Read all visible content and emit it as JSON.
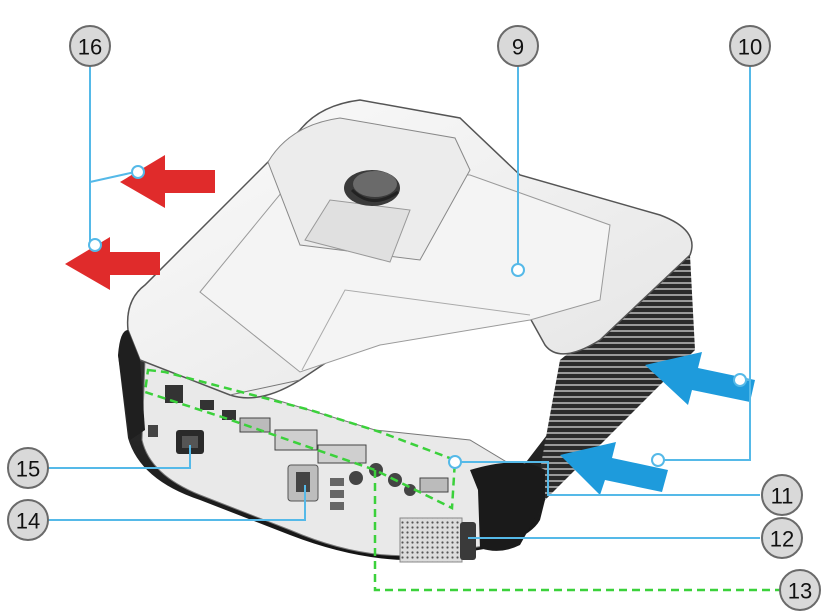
{
  "callouts": [
    {
      "id": "c16",
      "label": "16"
    },
    {
      "id": "c9",
      "label": "9"
    },
    {
      "id": "c10",
      "label": "10"
    },
    {
      "id": "c11",
      "label": "11"
    },
    {
      "id": "c12",
      "label": "12"
    },
    {
      "id": "c13",
      "label": "13"
    },
    {
      "id": "c14",
      "label": "14"
    },
    {
      "id": "c15",
      "label": "15"
    }
  ],
  "colors": {
    "leader": "#55b9e8",
    "exhaust_arrow": "#e02b2b",
    "intake_arrow": "#1e9bdc",
    "io_outline": "#3bd13b",
    "body": "#f2f2f2",
    "body_dark": "#2a2a2a"
  },
  "icons": [
    "projector-illustration",
    "exhaust-arrow-icon",
    "intake-arrow-icon"
  ]
}
